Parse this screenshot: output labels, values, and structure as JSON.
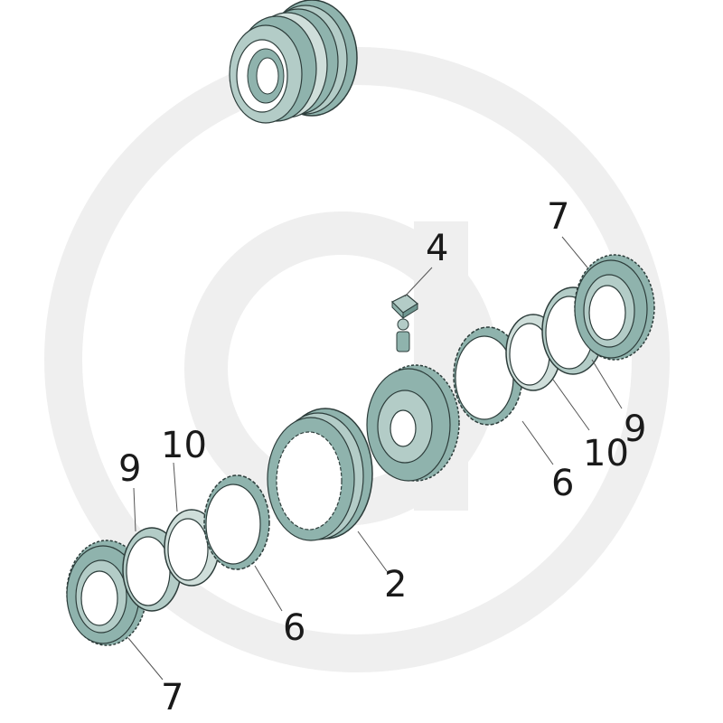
{
  "colors": {
    "part": "#8fb3ad",
    "part_light": "#b3ccc7",
    "part_pale": "#cfdeda",
    "part_dark": "#6f9690",
    "outline": "#2d3d3b",
    "watermark": "#efefef",
    "background": "#ffffff",
    "leader": "#555555"
  },
  "callouts": {
    "label_4": "4",
    "label_7_top": "7",
    "label_9_right": "9",
    "label_10_right": "10",
    "label_6_right": "6",
    "label_2": "2",
    "label_6_left": "6",
    "label_9_left": "9",
    "label_10_left": "10",
    "label_7_bottom": "7"
  }
}
